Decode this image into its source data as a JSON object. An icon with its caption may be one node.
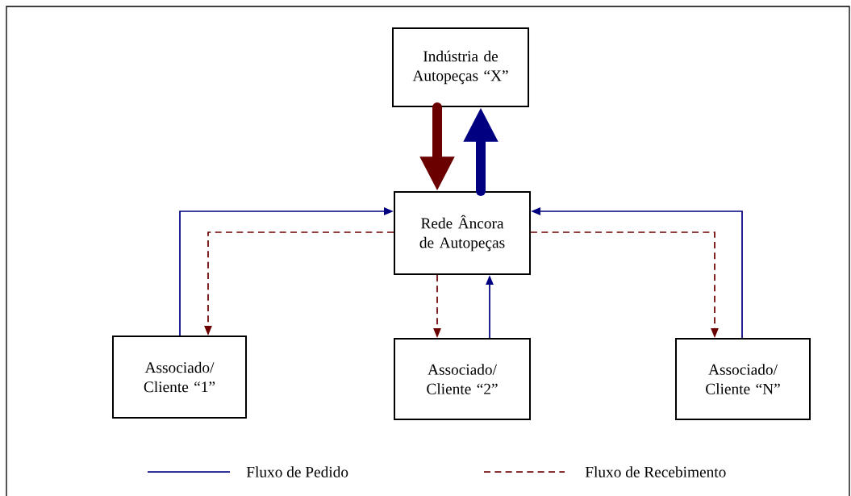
{
  "diagram": {
    "nodes": [
      {
        "text": [
          "Indústria de Autopeças “X”"
        ]
      },
      {
        "text": [
          "Rede Âncora de Autopeças"
        ]
      },
      {
        "text": [
          "Associado/ Cliente “1”"
        ]
      },
      {
        "text": [
          "Associado/ Cliente “2”"
        ]
      },
      {
        "text": [
          "Associado/ Cliente “N”"
        ]
      }
    ],
    "edges": [
      {
        "from": 0,
        "to": 1,
        "arrow": "to",
        "style": "thick",
        "color": "#6b0000"
      },
      {
        "from": 1,
        "to": 0,
        "arrow": "to",
        "style": "thick",
        "color": "#000080"
      },
      {
        "from": 2,
        "to": 1,
        "arrow": "to",
        "color": "#000080"
      },
      {
        "from": 1,
        "to": 2,
        "arrow": "to",
        "style": "dashed",
        "color": "#6b0000"
      },
      {
        "from": 1,
        "to": 3,
        "arrow": "to",
        "style": "dashed",
        "color": "#6b0000"
      },
      {
        "from": 3,
        "to": 1,
        "arrow": "to",
        "color": "#000080"
      },
      {
        "from": 1,
        "to": 4,
        "arrow": "to",
        "style": "dashed",
        "color": "#6b0000"
      },
      {
        "from": 4,
        "to": 1,
        "arrow": "to",
        "color": "#000080"
      }
    ],
    "legend": [
      {
        "text": "Fluxo de Pedido"
      },
      {
        "text": "Fluxo de Recebimento"
      }
    ]
  }
}
